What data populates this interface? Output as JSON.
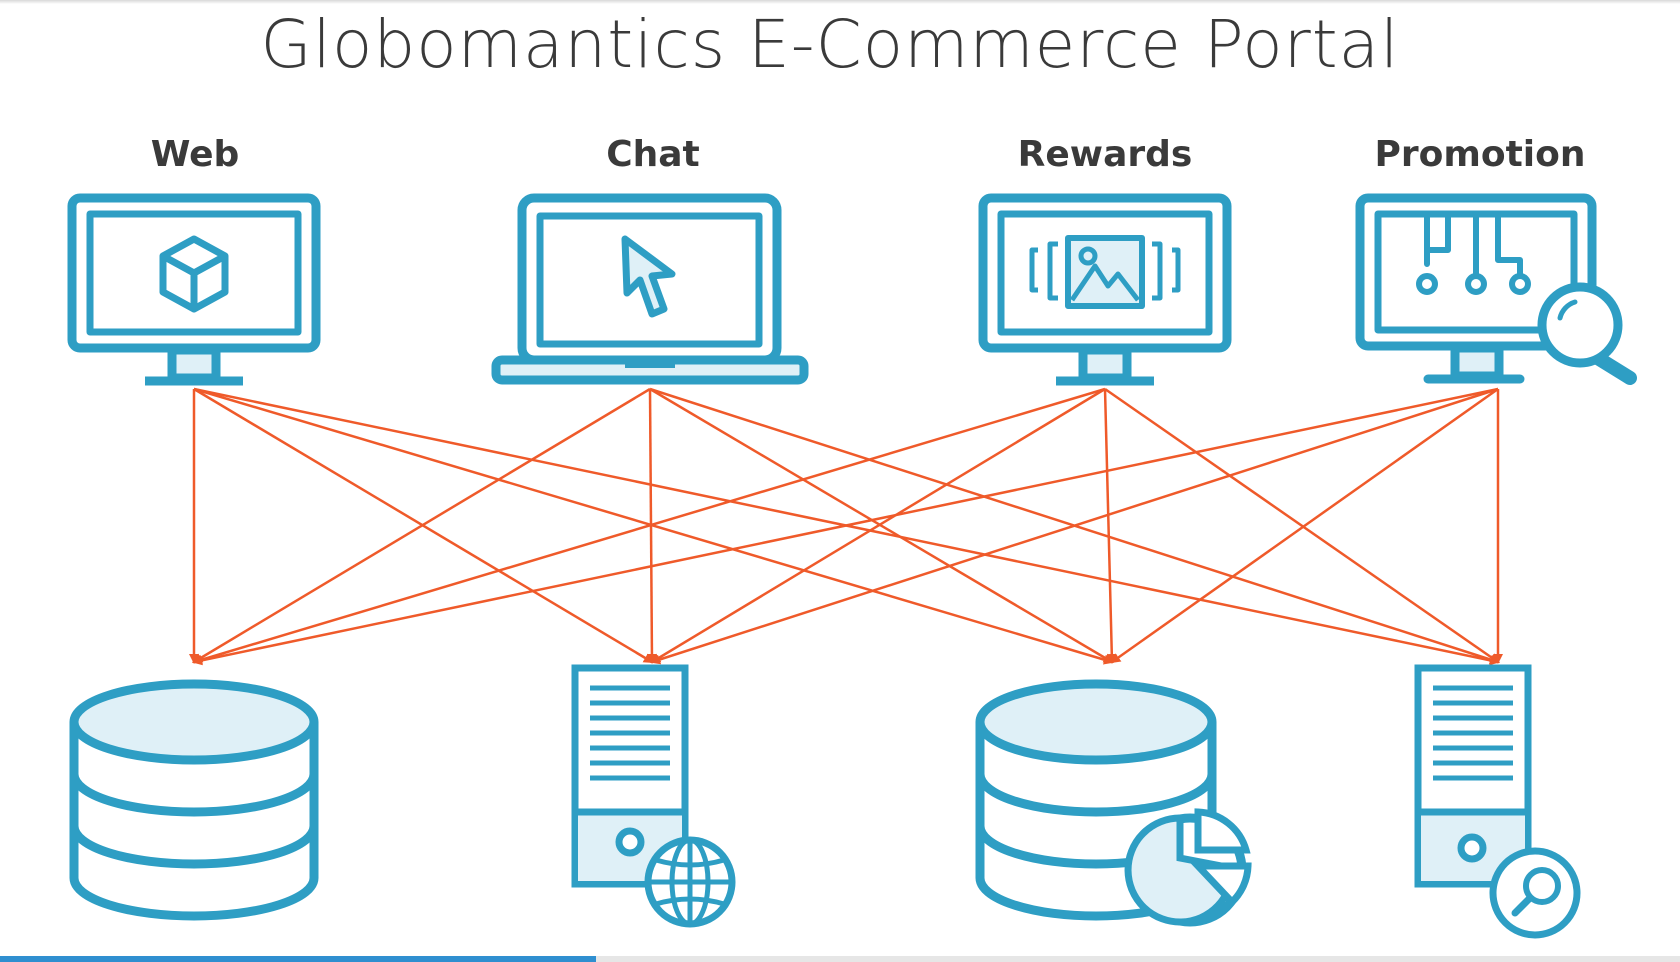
{
  "title": "Globomantics E-Commerce Portal",
  "clients": [
    {
      "label": "Web",
      "icon": "monitor-cube-icon"
    },
    {
      "label": "Chat",
      "icon": "laptop-cursor-icon"
    },
    {
      "label": "Rewards",
      "icon": "monitor-image-icon"
    },
    {
      "label": "Promotion",
      "icon": "monitor-network-search-icon"
    }
  ],
  "backends": [
    {
      "icon": "database-icon"
    },
    {
      "icon": "web-server-globe-icon"
    },
    {
      "icon": "database-pie-chart-icon"
    },
    {
      "icon": "server-search-icon"
    }
  ],
  "colors": {
    "icon_stroke": "#2e9ec4",
    "icon_fill": "#dff0f7",
    "connection": "#ef5a2a",
    "title": "#3a3a3a"
  },
  "video_progress": 0.355
}
